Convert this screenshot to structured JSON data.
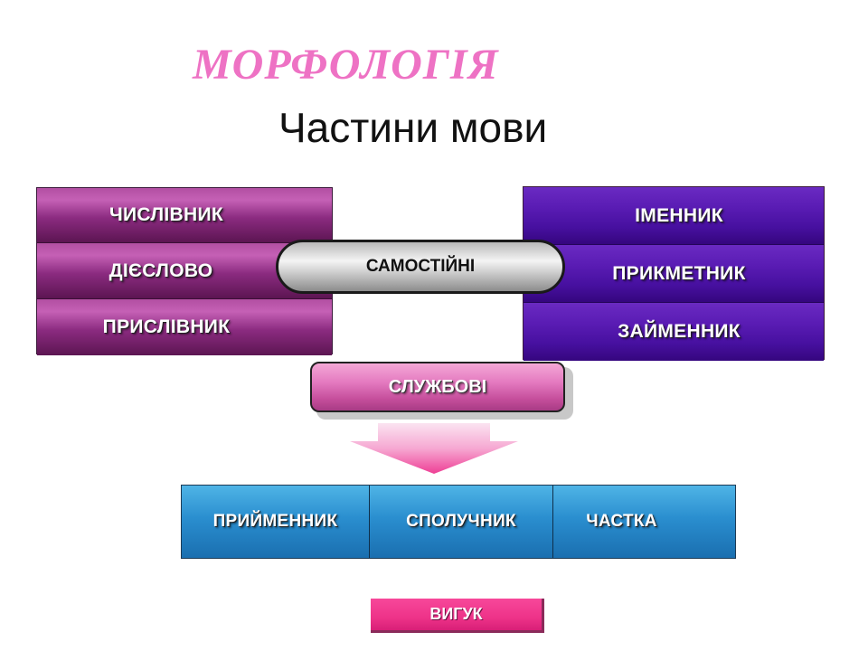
{
  "title": "МОРФОЛОГІЯ",
  "subtitle": "Частини мови",
  "left_group": {
    "items": [
      "ЧИСЛІВНИК",
      "ДІЄСЛОВО",
      "ПРИСЛІВНИК"
    ]
  },
  "right_group": {
    "items": [
      "ІМЕННИК",
      "ПРИКМЕТНИК",
      "ЗАЙМЕННИК"
    ]
  },
  "center_label": "САМОСТІЙНІ",
  "service_label": "СЛУЖБОВІ",
  "service_items": [
    "ПРИЙМЕННИК",
    "СПОЛУЧНИК",
    "ЧАСТКА"
  ],
  "interjection_label": "ВИГУК",
  "colors": {
    "title": "#ee72c4",
    "left_group": "#8b2b80",
    "right_group": "#4710a0",
    "service_group": "#2a8ecf",
    "service_pill": "#e47ac0",
    "interjection": "#ee3389"
  }
}
